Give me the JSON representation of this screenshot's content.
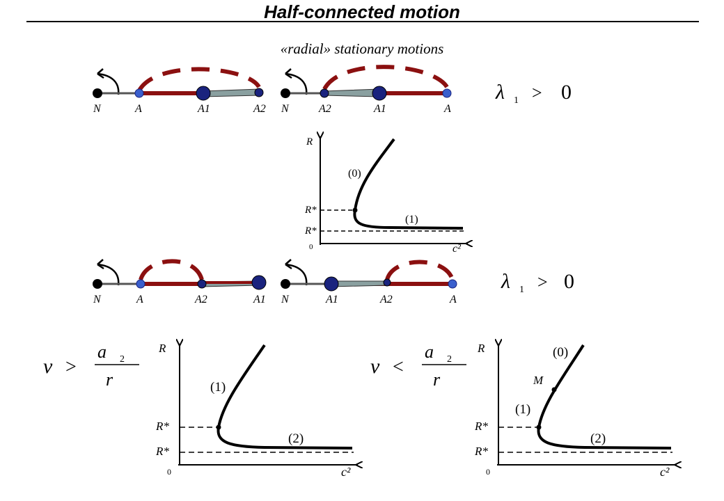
{
  "title": "Half-connected motion",
  "subtitle": "«radial» stationary motions",
  "rows": {
    "row1": {
      "left": {
        "labels": [
          "N",
          "A",
          "A1",
          "A2"
        ]
      },
      "right": {
        "labels": [
          "N",
          "A2",
          "A1",
          "A"
        ]
      },
      "condition": {
        "symbol": "λ",
        "sub": "1",
        "op": ">",
        "value": "0"
      }
    },
    "row2": {
      "left": {
        "labels": [
          "N",
          "A",
          "A2",
          "A1"
        ]
      },
      "right": {
        "labels": [
          "N",
          "A1",
          "A2",
          "A"
        ]
      },
      "condition": {
        "symbol": "λ",
        "sub": "1",
        "op": ">",
        "value": "0"
      }
    }
  },
  "graphs": [
    {
      "y_axis": "R",
      "x_axis": "c²",
      "origin": "0",
      "r_upper": "R*",
      "r_lower": "R*",
      "branches": [
        "(0)",
        "(1)"
      ]
    },
    {
      "y_axis": "R",
      "x_axis": "c²",
      "origin": "0",
      "r_upper": "R*",
      "r_lower": "R*",
      "branches": [
        "(1)",
        "(2)"
      ],
      "condition": {
        "lhs": "ν",
        "op": ">",
        "num": "a",
        "num_sub": "2",
        "den": "r"
      }
    },
    {
      "y_axis": "R",
      "x_axis": "c²",
      "origin": "0",
      "r_upper": "R*",
      "r_lower": "R*",
      "branches": [
        "(0)",
        "(1)",
        "(2)"
      ],
      "point_label": "M",
      "condition": {
        "lhs": "ν",
        "op": "<",
        "num": "a",
        "num_sub": "2",
        "den": "r"
      }
    }
  ],
  "colors": {
    "rod": "#8b1010",
    "dash": "#8b1010",
    "ball": "#3a5fcd",
    "ball_big": "#1a237e",
    "rail": "#555555"
  }
}
